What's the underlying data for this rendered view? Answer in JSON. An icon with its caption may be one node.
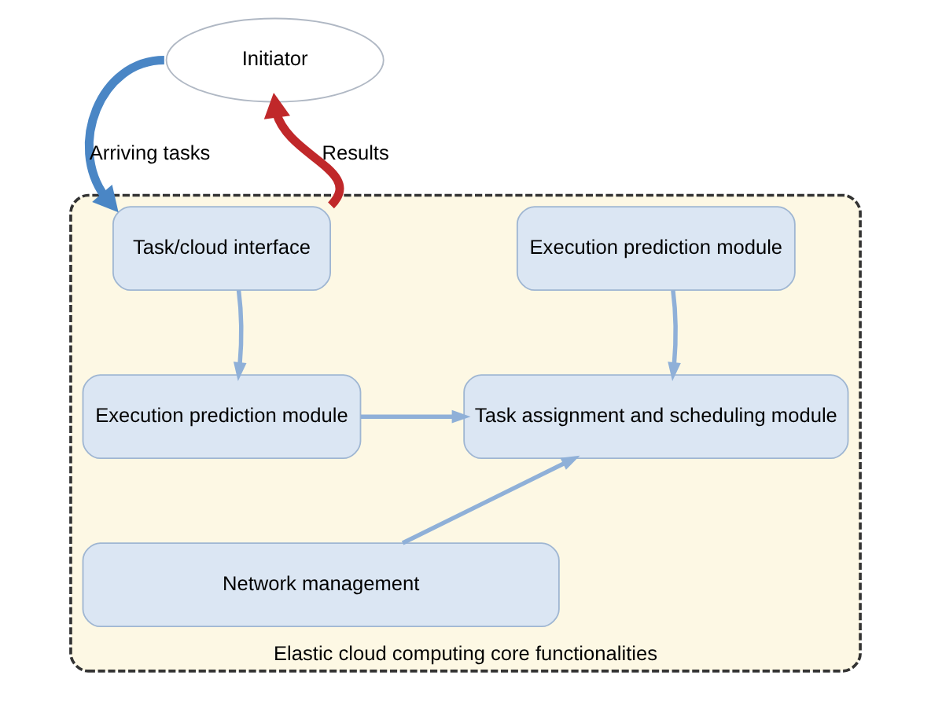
{
  "diagram": {
    "nodes": [
      {
        "text": [
          "Elastic cloud computing core functionalities"
        ]
      },
      {
        "text": [
          "Task/cloud interface"
        ],
        "in": 0
      },
      {
        "text": [
          "Execution prediction module"
        ],
        "in": 0
      },
      {
        "text": [
          "Execution prediction module"
        ],
        "in": 0
      },
      {
        "text": [
          "Task assignment and scheduling module"
        ],
        "in": 0
      },
      {
        "text": [
          "Network management"
        ],
        "in": 0
      },
      {
        "text": [
          "Initiator"
        ]
      }
    ],
    "edges": [
      {
        "from": 6,
        "to": 1,
        "arrow": "to",
        "label": "Arriving tasks",
        "style": "thick",
        "color": "#4a86c5"
      },
      {
        "from": 1,
        "to": 6,
        "arrow": "to",
        "label": "Results",
        "style": "thick",
        "color": "#c0282a"
      },
      {
        "from": 1,
        "to": 3,
        "arrow": "to"
      },
      {
        "from": 2,
        "to": 4,
        "arrow": "to"
      },
      {
        "from": 3,
        "to": 4,
        "arrow": "to"
      },
      {
        "from": 5,
        "to": 4,
        "arrow": "to"
      }
    ]
  }
}
